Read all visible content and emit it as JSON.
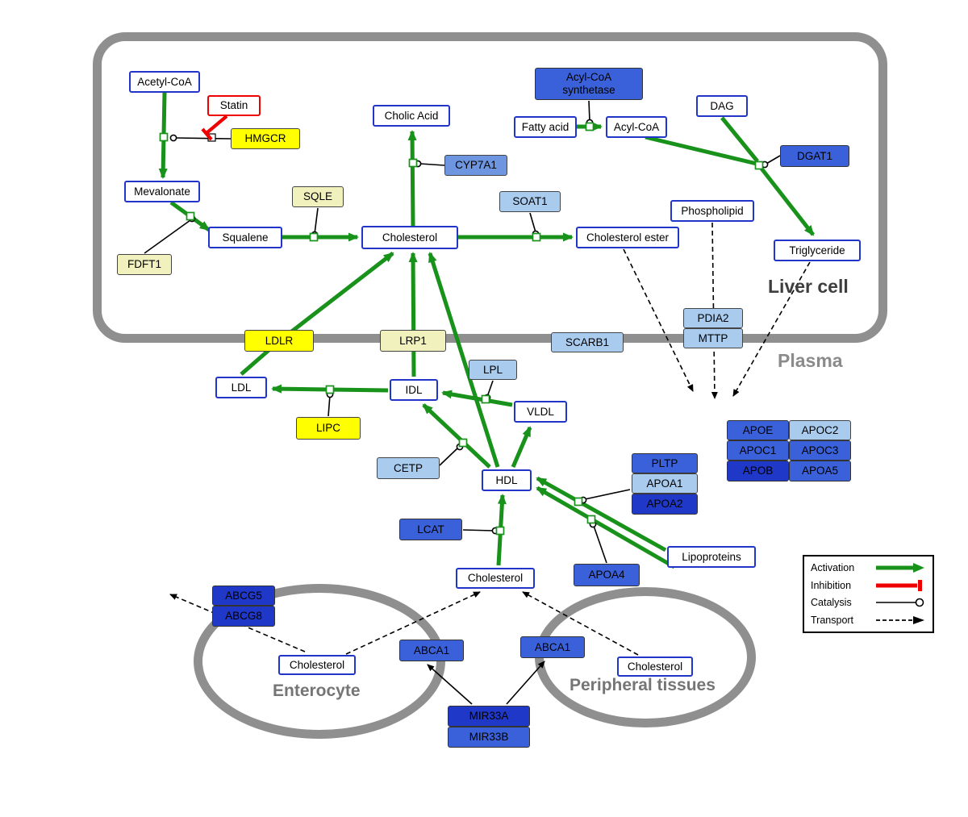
{
  "regions": {
    "liver": "Liver cell",
    "plasma": "Plasma",
    "enterocyte": "Enterocyte",
    "peripheral": "Peripheral tissues"
  },
  "legend": {
    "items": [
      {
        "label": "Activation"
      },
      {
        "label": "Inhibition"
      },
      {
        "label": "Catalysis"
      },
      {
        "label": "Transport"
      }
    ]
  },
  "colors": {
    "activation_green": "#18921a",
    "inhibition_red": "#ee0000",
    "membrane_gray": "#8f8f8f",
    "metabolite_border_blue": "#2136c9",
    "enzyme_yellow": "#ffff00",
    "enzyme_pale_yellow": "#f1f1bd",
    "enzyme_blue_light": "#a9cbee",
    "enzyme_blue_medium": "#6e96e0",
    "enzyme_blue": "#3a61d9",
    "enzyme_blue_dark": "#2038c8"
  },
  "nodes": {
    "acetyl_coa": {
      "label": "Acetyl-CoA"
    },
    "statin": {
      "label": "Statin"
    },
    "hmgcr": {
      "label": "HMGCR"
    },
    "mevalonate": {
      "label": "Mevalonate"
    },
    "sqle": {
      "label": "SQLE"
    },
    "fdft1": {
      "label": "FDFT1"
    },
    "squalene": {
      "label": "Squalene"
    },
    "cholic_acid": {
      "label": "Cholic Acid"
    },
    "cyp7a1": {
      "label": "CYP7A1"
    },
    "cholesterol_liver": {
      "label": "Cholesterol"
    },
    "soat1": {
      "label": "SOAT1"
    },
    "cholesterol_ester": {
      "label": "Cholesterol ester"
    },
    "acyl_coa_synthetase": {
      "label": "Acyl-CoA synthetase"
    },
    "fatty_acid": {
      "label": "Fatty acid"
    },
    "acyl_coa": {
      "label": "Acyl-CoA"
    },
    "dag": {
      "label": "DAG"
    },
    "dgat1": {
      "label": "DGAT1"
    },
    "phospholipid": {
      "label": "Phospholipid"
    },
    "triglyceride": {
      "label": "Triglyceride"
    },
    "pdia2": {
      "label": "PDIA2"
    },
    "mttp": {
      "label": "MTTP"
    },
    "ldlr": {
      "label": "LDLR"
    },
    "lrp1": {
      "label": "LRP1"
    },
    "scarb1": {
      "label": "SCARB1"
    },
    "ldl": {
      "label": "LDL"
    },
    "idl": {
      "label": "IDL"
    },
    "lpl": {
      "label": "LPL"
    },
    "vldl": {
      "label": "VLDL"
    },
    "lipc": {
      "label": "LIPC"
    },
    "cetp": {
      "label": "CETP"
    },
    "hdl": {
      "label": "HDL"
    },
    "lcat": {
      "label": "LCAT"
    },
    "pltp": {
      "label": "PLTP"
    },
    "apoa1": {
      "label": "APOA1"
    },
    "apoa2": {
      "label": "APOA2"
    },
    "apoe": {
      "label": "APOE"
    },
    "apoc2": {
      "label": "APOC2"
    },
    "apoc1": {
      "label": "APOC1"
    },
    "apoc3": {
      "label": "APOC3"
    },
    "apob": {
      "label": "APOB"
    },
    "apoa5": {
      "label": "APOA5"
    },
    "apoa4": {
      "label": "APOA4"
    },
    "lipoproteins": {
      "label": "Lipoproteins"
    },
    "cholesterol_plasma": {
      "label": "Cholesterol"
    },
    "abcg5": {
      "label": "ABCG5"
    },
    "abcg8": {
      "label": "ABCG8"
    },
    "cholesterol_enterocyte": {
      "label": "Cholesterol"
    },
    "abca1_enterocyte": {
      "label": "ABCA1"
    },
    "abca1_peripheral": {
      "label": "ABCA1"
    },
    "cholesterol_peripheral": {
      "label": "Cholesterol"
    },
    "mir33a": {
      "label": "MIR33A"
    },
    "mir33b": {
      "label": "MIR33B"
    }
  }
}
